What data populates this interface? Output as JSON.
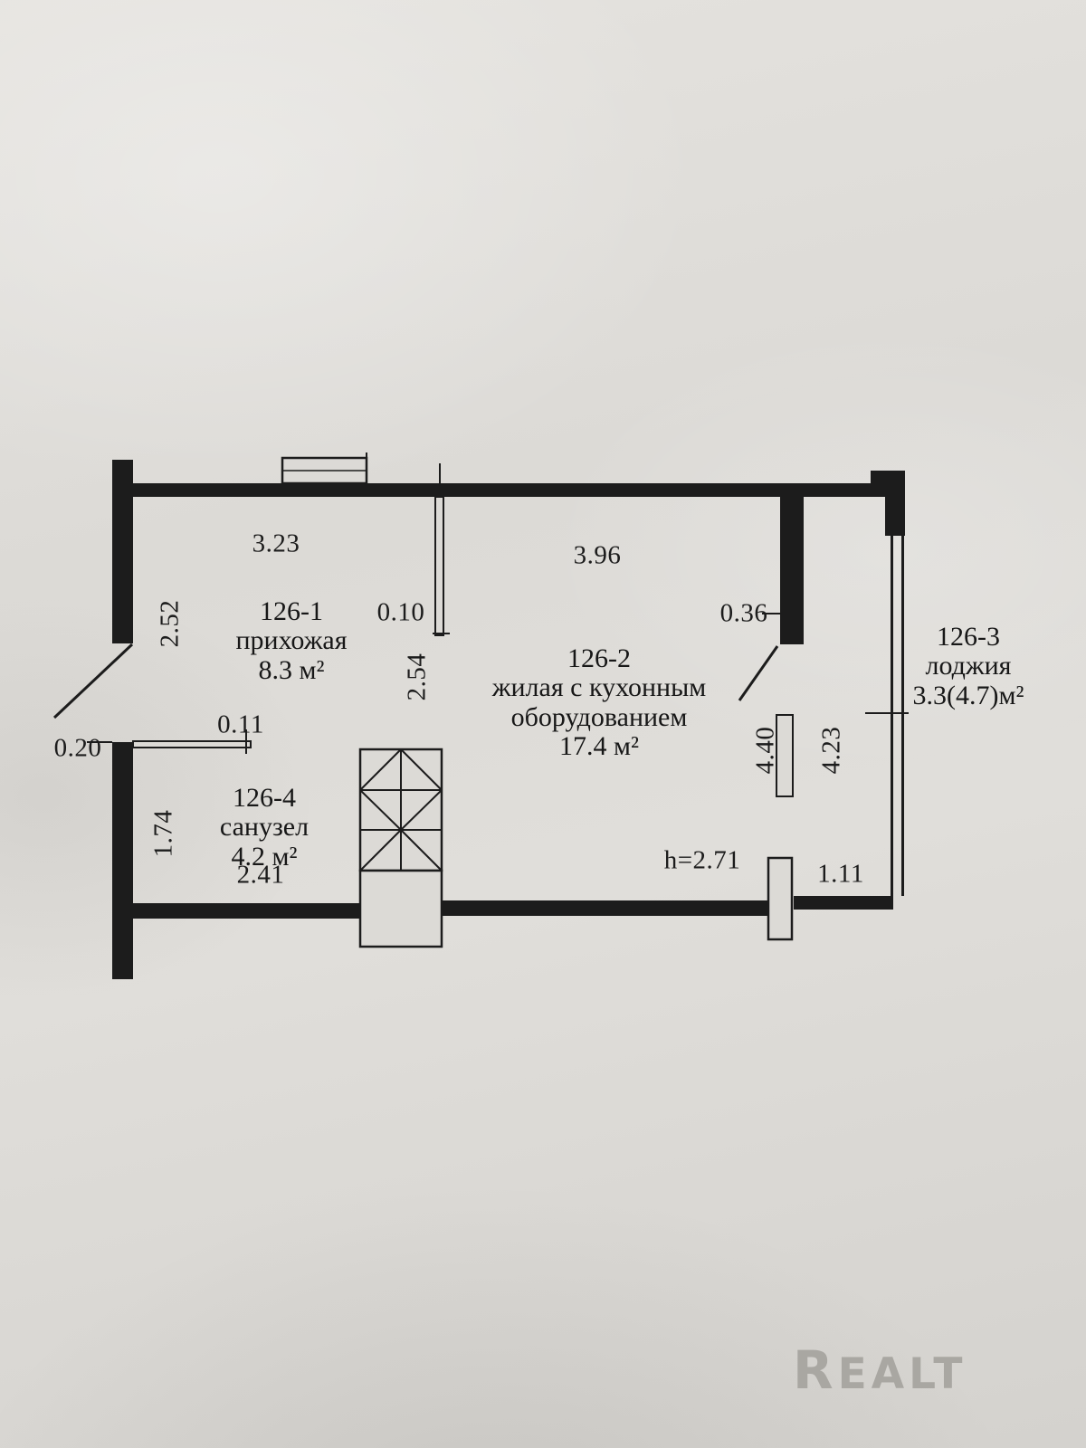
{
  "plan": {
    "rooms": [
      {
        "id": "126-1",
        "name": "прихожая",
        "area": "8.3 м²"
      },
      {
        "id": "126-2",
        "name": "жилая с кухонным оборудованием",
        "area": "17.4 м²"
      },
      {
        "id": "126-3",
        "name": "лоджия",
        "area": "3.3(4.7)м²"
      },
      {
        "id": "126-4",
        "name": "санузел",
        "area": "4.2 м²"
      }
    ],
    "dims": {
      "hall_width": "3.23",
      "living_width": "3.96",
      "hall_depth": "2.52",
      "partition_thickness": "0.10",
      "partition_length": "2.54",
      "pier_width": "0.36",
      "wall_thickness": "0.20",
      "bath_wall_thickness": "0.11",
      "bath_depth": "1.74",
      "bath_width": "2.41",
      "living_depth_left": "4.40",
      "loggia_depth": "4.23",
      "loggia_width": "1.11",
      "ceiling_height": "h=2.71"
    }
  },
  "watermark": {
    "text": "Realt"
  },
  "colors": {
    "ink": "#1c1c1c",
    "paper": "#dcdad6",
    "watermark": "#a9a7a2"
  }
}
